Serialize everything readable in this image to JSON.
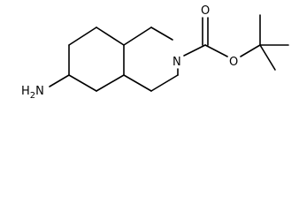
{
  "molecule": {
    "atom_labels": {
      "amine": "H2N",
      "ring_nitrogen": "N",
      "carbonyl_oxygen": "O",
      "ester_oxygen": "O"
    }
  },
  "colors": {
    "bond": "#000000",
    "label": "#000000",
    "background": "#ffffff"
  }
}
